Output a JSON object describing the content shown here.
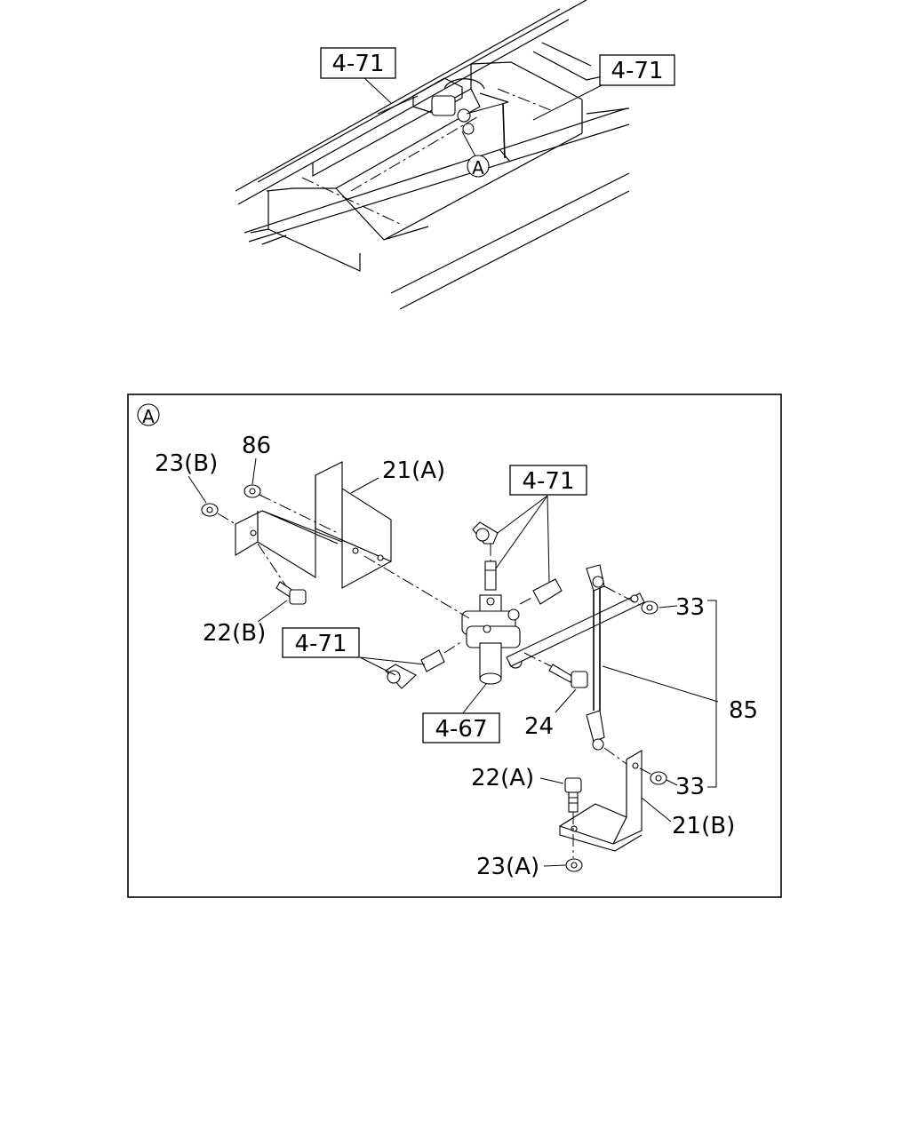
{
  "top_view": {
    "ref_left": "4-71",
    "ref_right": "4-71",
    "detail_marker": "A"
  },
  "detail": {
    "marker": "A",
    "labels": {
      "p23b": "23(B)",
      "p86": "86",
      "p21a": "21(A)",
      "ref_471_top": "4-71",
      "p22b": "22(B)",
      "ref_471_left": "4-71",
      "ref_467": "4-67",
      "p24": "24",
      "p33_top": "33",
      "p85": "85",
      "p33_bottom": "33",
      "p22a": "22(A)",
      "p21b": "21(B)",
      "p23a": "23(A)"
    }
  }
}
